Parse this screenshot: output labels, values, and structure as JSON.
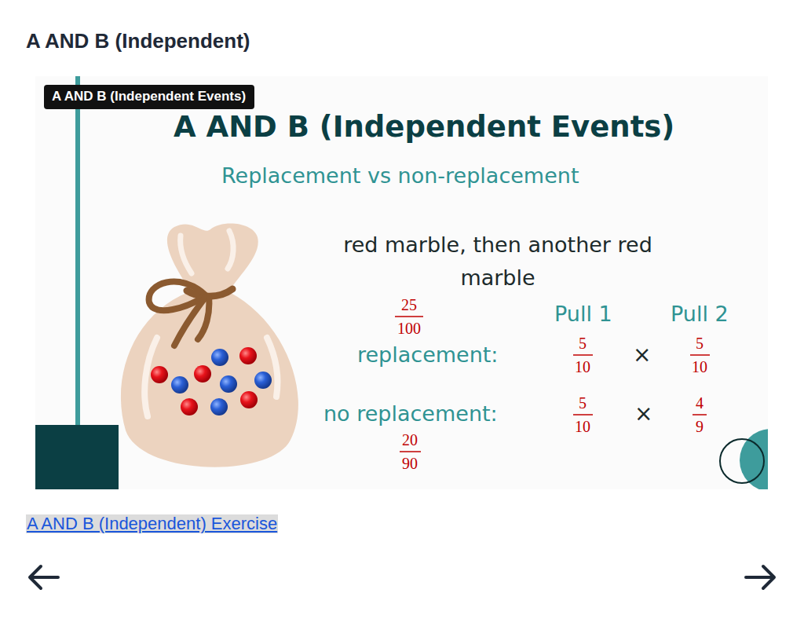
{
  "diagram": {
    "title": "A AND B (Independent)",
    "nodes": [
      {
        "text": [
          "A AND B (Independent Events)"
        ]
      }
    ],
    "labels": [
      "A AND B (Independent Events)",
      "Replacement vs non-replacement",
      "red marble, then another red marble",
      "25",
      "100",
      "replacement:",
      "Pull 1",
      "Pull 2",
      "5",
      "10",
      "×",
      "5",
      "10",
      "no replacement:",
      "5",
      "10",
      "×",
      "4",
      "9",
      "20",
      "90",
      "A AND B (Independent) Exercise"
    ]
  }
}
